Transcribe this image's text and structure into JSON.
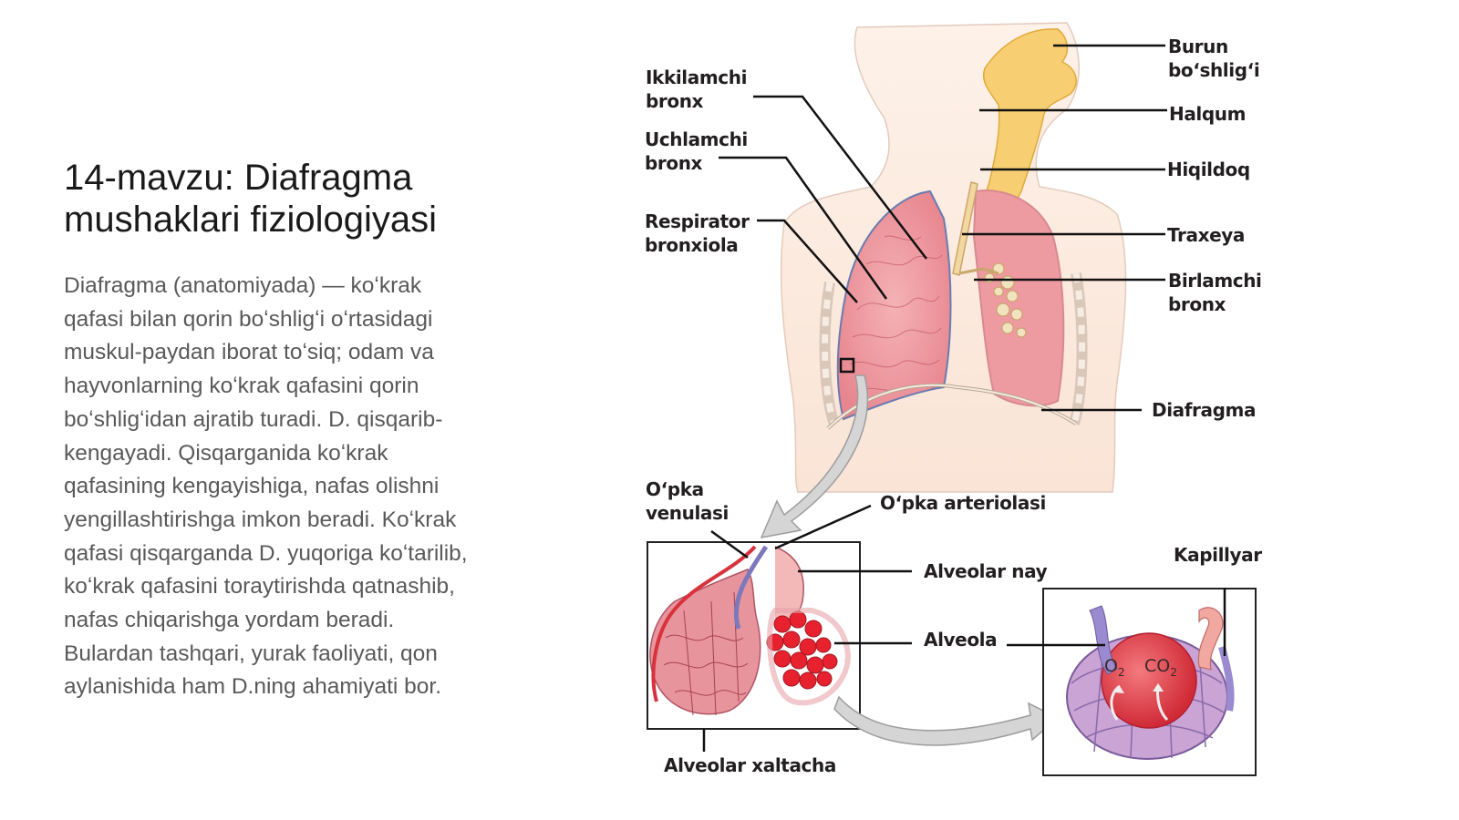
{
  "slide": {
    "title_line1": "14-mavzu: Diafragma",
    "title_line2": "mushaklari fiziologiyasi",
    "body": "Diafragma (anatomiyada) — koʻkrak qafasi bilan qorin boʻshligʻi oʻrtasidagi muskul-paydan iborat toʻsiq; odam va hayvonlarning koʻkrak qafasini qorin boʻshligʻidan ajratib turadi. D. qisqarib-kengayadi. Qisqarganida koʻkrak qafasining kengayishiga, nafas olishni yengillashtirishga imkon beradi. Koʻkrak qafasi qisqarganda D. yuqoriga koʻtarilib, koʻkrak qafasini toraytirishda qatnashib, nafas chiqarishga yordam beradi. Bulardan tashqari, yurak faoliyati, qon aylanishida ham D.ning ahamiyati bor."
  },
  "diagram": {
    "labels": {
      "nasal_cavity_1": "Burun",
      "nasal_cavity_2": "boʻshligʻi",
      "pharynx": "Halqum",
      "larynx": "Hiqildoq",
      "trachea": "Traxeya",
      "primary_bronchus_1": "Birlamchi",
      "primary_bronchus_2": "bronx",
      "diaphragm": "Diafragma",
      "secondary_bronchus_1": "Ikkilamchi",
      "secondary_bronchus_2": "bronx",
      "tertiary_bronchus_1": "Uchlamchi",
      "tertiary_bronchus_2": "bronx",
      "respiratory_bronchiole_1": "Respirator",
      "respiratory_bronchiole_2": "bronxiola",
      "pulmonary_venule_1": "Oʻpka",
      "pulmonary_venule_2": "venulasi",
      "pulmonary_arteriole": "Oʻpka arteriolasi",
      "alveolar_duct": "Alveolar nay",
      "alveolus": "Alveola",
      "alveolar_sac": "Alveolar xaltacha",
      "capillary": "Kapillyar"
    },
    "gases": {
      "oxygen": "O",
      "oxygen_sub": "2",
      "carbon_dioxide": "CO",
      "carbon_dioxide_sub": "2"
    },
    "colors": {
      "lung": "#f0a0a6",
      "airway": "#f6cf74",
      "skin": "#fbeade",
      "vein": "#8a86c4",
      "artery": "#d8323c",
      "arrow": "#c8c8c8"
    }
  }
}
